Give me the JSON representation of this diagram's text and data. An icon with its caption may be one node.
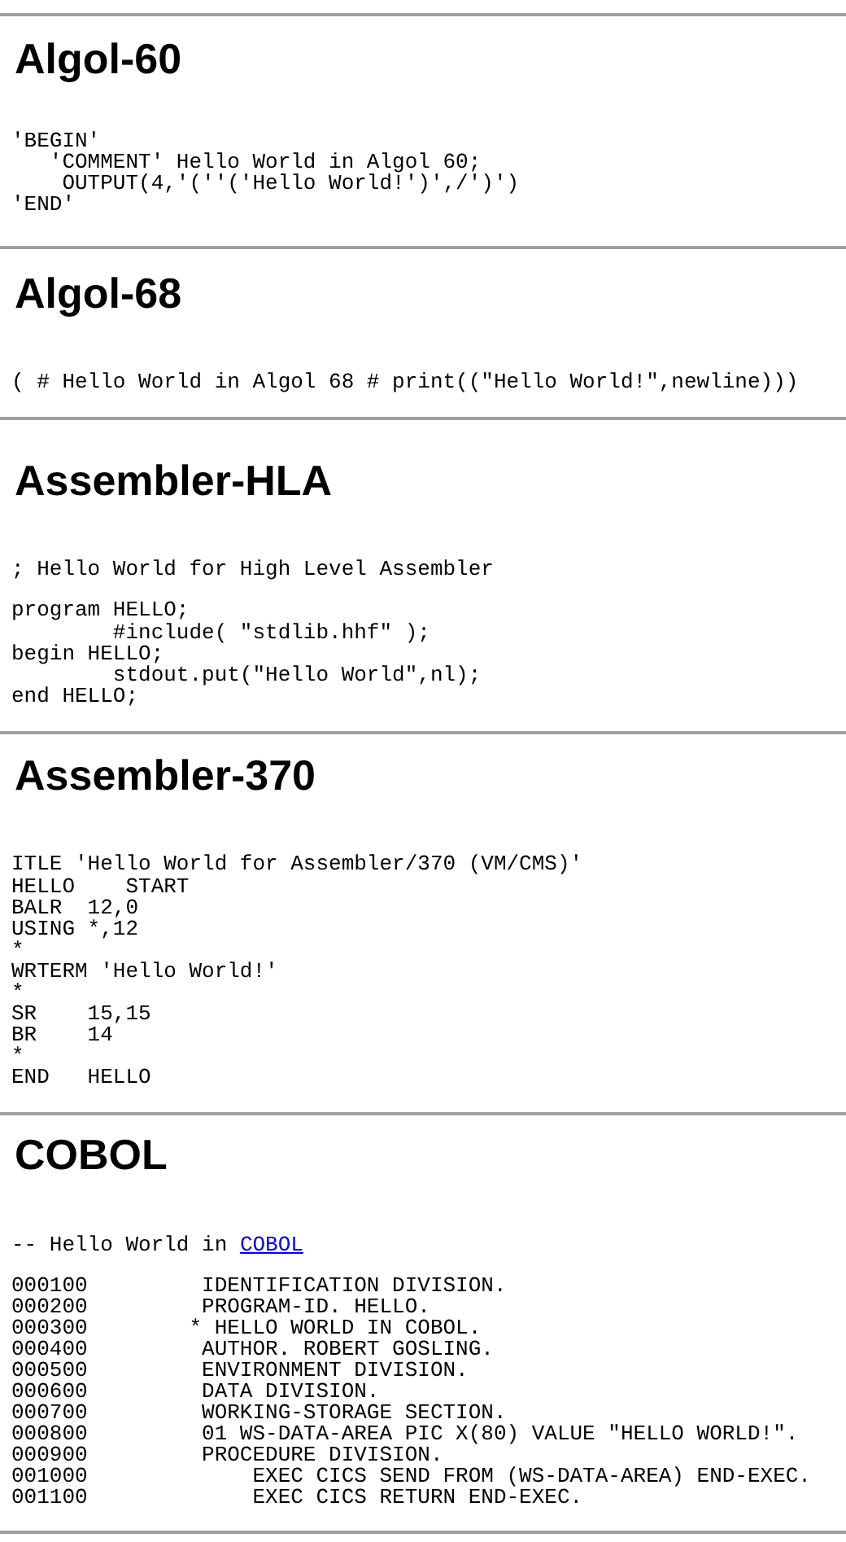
{
  "diagram": {
    "labels": [
      "Algol-60",
      "'BEGIN'",
      "   'COMMENT' Hello World in Algol 60;",
      "    OUTPUT(4,'(''('Hello World!')',/')')",
      "'END'",
      "Algol-68",
      "( # Hello World in Algol 68 # print((\"Hello World!\",newline)))",
      "Assembler-HLA",
      "; Hello World for High Level Assembler",
      "program HELLO;",
      "        #include( \"stdlib.hhf\" );",
      "begin HELLO;",
      "        stdout.put(\"Hello World\",nl);",
      "end HELLO;",
      "Assembler-370",
      "ITLE 'Hello World for Assembler/370 (VM/CMS)'",
      "HELLO    START",
      "BALR  12,0",
      "USING *,12",
      "*",
      "WRTERM 'Hello World!'",
      "*",
      "SR    15,15",
      "BR    14",
      "*",
      "END   HELLO",
      "COBOL",
      "-- Hello World in",
      "COBOL",
      "000100         IDENTIFICATION DIVISION.",
      "000200         PROGRAM-ID. HELLO.",
      "000300        * HELLO WORLD IN COBOL.",
      "000400         AUTHOR. ROBERT GOSLING.",
      "000500         ENVIRONMENT DIVISION.",
      "000600         DATA DIVISION.",
      "000700         WORKING-STORAGE SECTION.",
      "000800         01 WS-DATA-AREA PIC X(80) VALUE \"HELLO WORLD!\".",
      "000900         PROCEDURE DIVISION.",
      "001000             EXEC CICS SEND FROM (WS-DATA-AREA) END-EXEC.",
      "001100             EXEC CICS RETURN END-EXEC."
    ]
  }
}
